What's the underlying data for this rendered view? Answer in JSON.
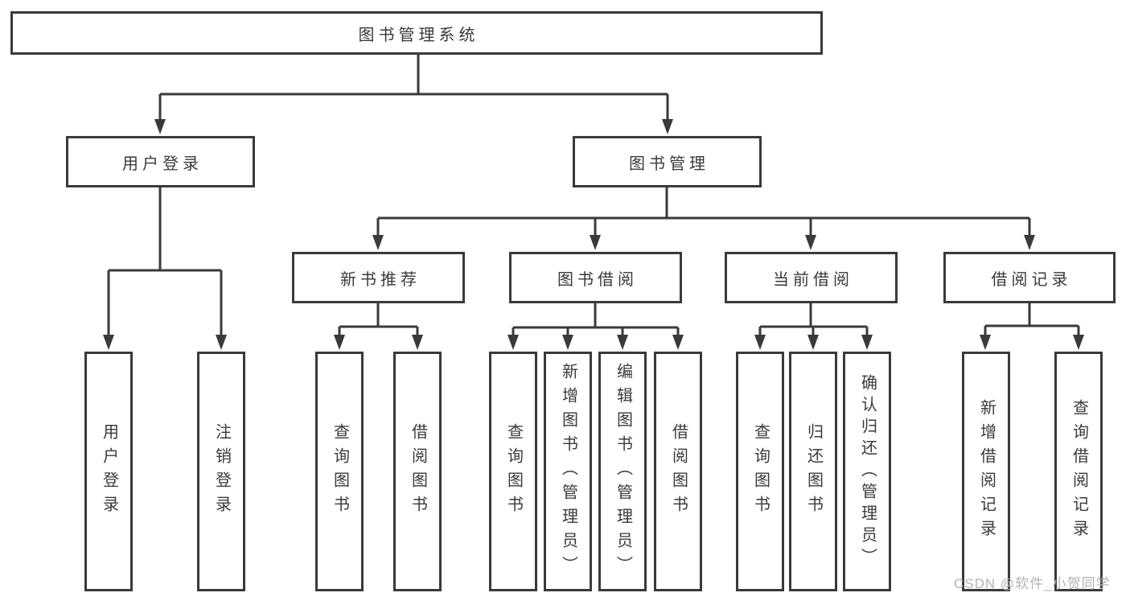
{
  "diagram": {
    "root": {
      "label": "图书管理系统"
    },
    "level2": [
      {
        "label": "用户登录"
      },
      {
        "label": "图书管理"
      }
    ],
    "level3": [
      {
        "label": "新书推荐"
      },
      {
        "label": "图书借阅"
      },
      {
        "label": "当前借阅"
      },
      {
        "label": "借阅记录"
      }
    ],
    "leaves": [
      {
        "label": "用户登录"
      },
      {
        "label": "注销登录"
      },
      {
        "label": "查询图书"
      },
      {
        "label": "借阅图书"
      },
      {
        "label": "查询图书"
      },
      {
        "label": "新增图书（管理员）"
      },
      {
        "label": "编辑图书（管理员）"
      },
      {
        "label": "借阅图书"
      },
      {
        "label": "查询图书"
      },
      {
        "label": "归还图书"
      },
      {
        "label": "确认归还（管理员）"
      },
      {
        "label": "新增借阅记录"
      },
      {
        "label": "查询借阅记录"
      }
    ],
    "watermark": "CSDN @软件_小贺同学",
    "colors": {
      "line": "#3a3a3a",
      "text": "#3a3a3a",
      "watermark": "#b3b3b3",
      "background": "#ffffff"
    }
  }
}
